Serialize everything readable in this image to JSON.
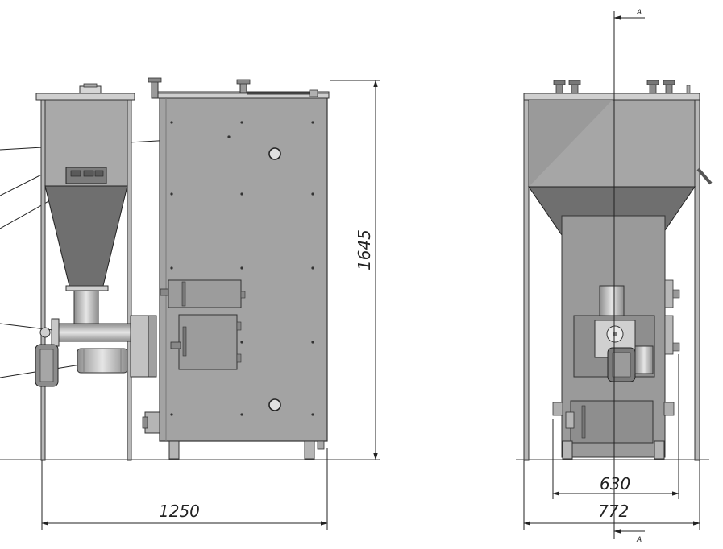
{
  "dimensions": {
    "overall_width_side": "1250",
    "overall_height": "1645",
    "front_inner_width": "630",
    "front_outer_width": "772"
  },
  "section_marks": {
    "top": "A",
    "bottom": "A"
  },
  "colors": {
    "body_gray": "#9a9a9a",
    "body_light": "#b4b4b4",
    "cone_dark": "#6f6f6f",
    "hopper_fill": "#a6a6a6",
    "metal_light": "#d2d2d2",
    "line": "#222222"
  }
}
